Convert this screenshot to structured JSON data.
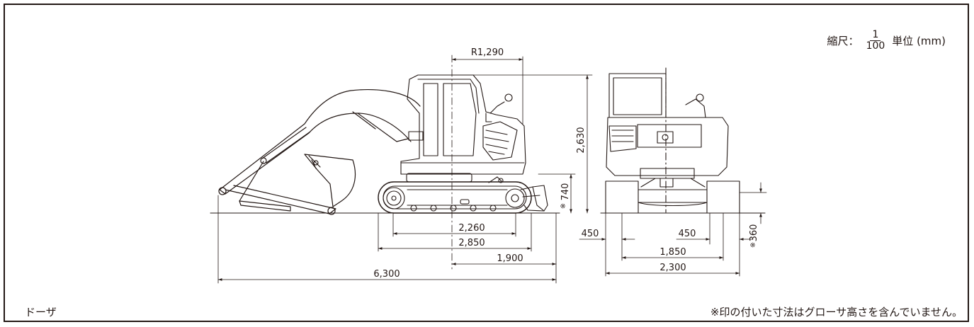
{
  "scale": {
    "label": "縮尺：",
    "numerator": "1",
    "denominator": "100",
    "unit": "単位 (mm)"
  },
  "caption": "ドーザ",
  "note": "※印の付いた寸法はグローサ高さを含んでいません。",
  "dimensions": {
    "tail_swing_radius": "R1,290",
    "overall_height": "2,630",
    "counterweight_clearance": "740",
    "tumbler_distance": "2,260",
    "crawler_length": "2,850",
    "front_to_swing_center": "1,900",
    "overall_length": "6,300",
    "shoe_width_left": "450",
    "shoe_width_right": "450",
    "track_gauge": "1,850",
    "overall_width": "2,300",
    "ground_clearance": "360",
    "mark": "※"
  },
  "colors": {
    "line": "#231815",
    "background": "#ffffff"
  }
}
